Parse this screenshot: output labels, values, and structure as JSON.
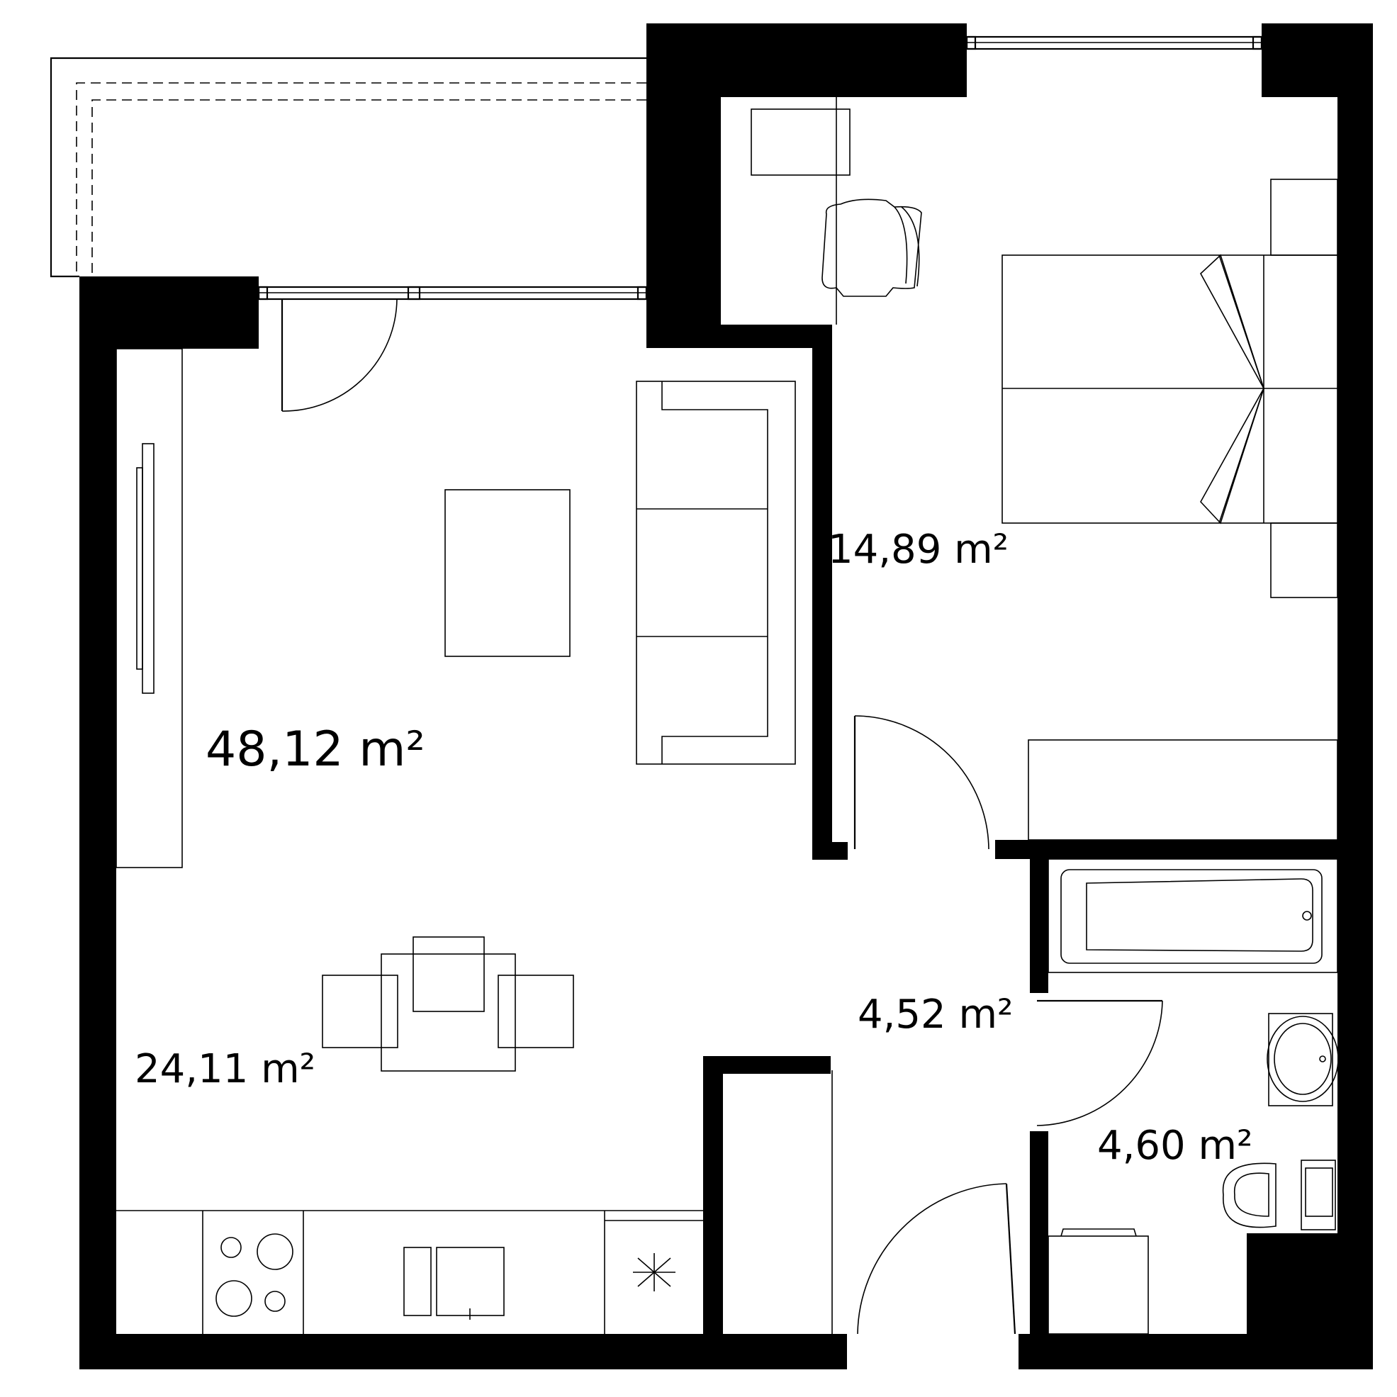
{
  "floor_plan": {
    "areas": {
      "total": "48,12 m²",
      "bedroom": "14,89 m²",
      "living_kitchen": "24,11 m²",
      "hall": "4,52 m²",
      "bathroom": "4,60 m²"
    },
    "colors": {
      "wall": "#000000",
      "background": "#ffffff",
      "line": "#000000"
    }
  }
}
